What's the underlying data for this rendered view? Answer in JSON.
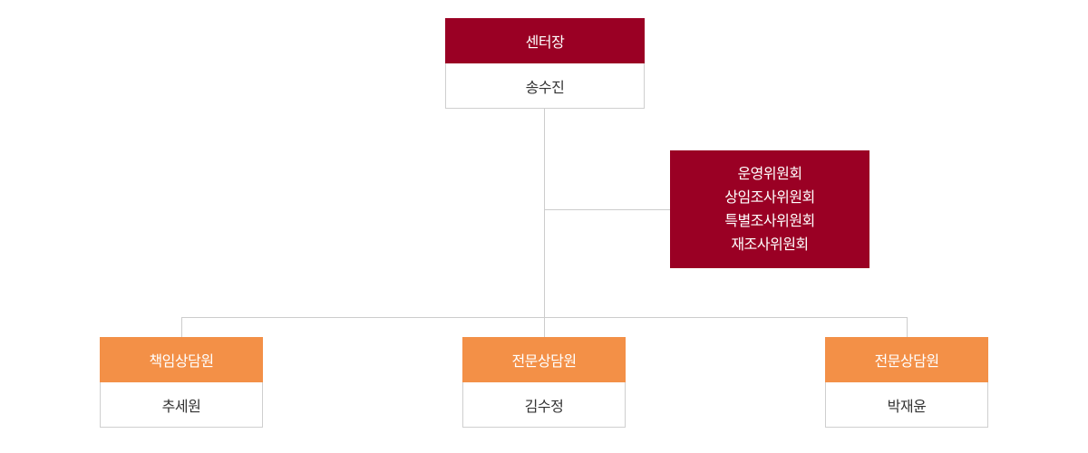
{
  "colors": {
    "director_fill": "#9a0024",
    "committee_fill": "#9a0024",
    "counselor_fill": "#f39047",
    "connector": "#cccccc",
    "name_border": "#cfcfcf"
  },
  "director": {
    "title": "센터장",
    "name": "송수진"
  },
  "committees": [
    "운영위원회",
    "상임조사위원회",
    "특별조사위원회",
    "재조사위원회"
  ],
  "counselors": [
    {
      "title": "책임상담원",
      "name": "추세원"
    },
    {
      "title": "전문상담원",
      "name": "김수정"
    },
    {
      "title": "전문상담원",
      "name": "박재윤"
    }
  ]
}
